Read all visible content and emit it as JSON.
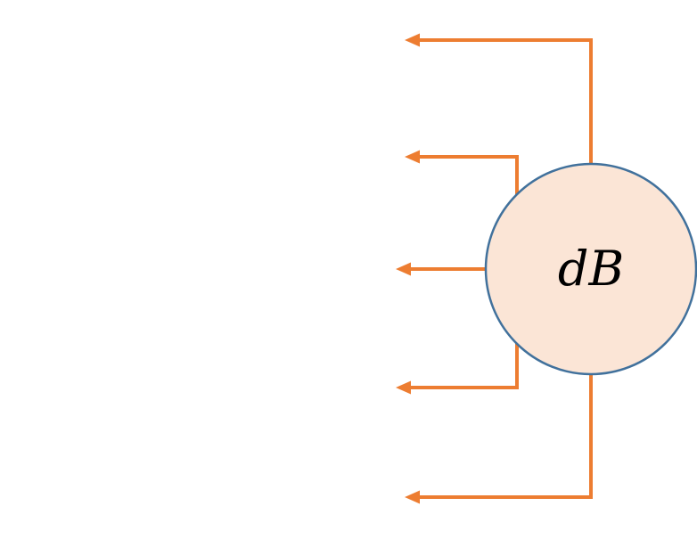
{
  "diagram": {
    "hub": {
      "label": "dB"
    },
    "colors": {
      "arrow": "#ED7D31",
      "hub_fill": "#FBE5D6",
      "hub_border": "#41719C",
      "text": "#000000",
      "background": "#FFFFFF"
    },
    "arrows": {
      "count": "5",
      "direction": "left"
    }
  }
}
